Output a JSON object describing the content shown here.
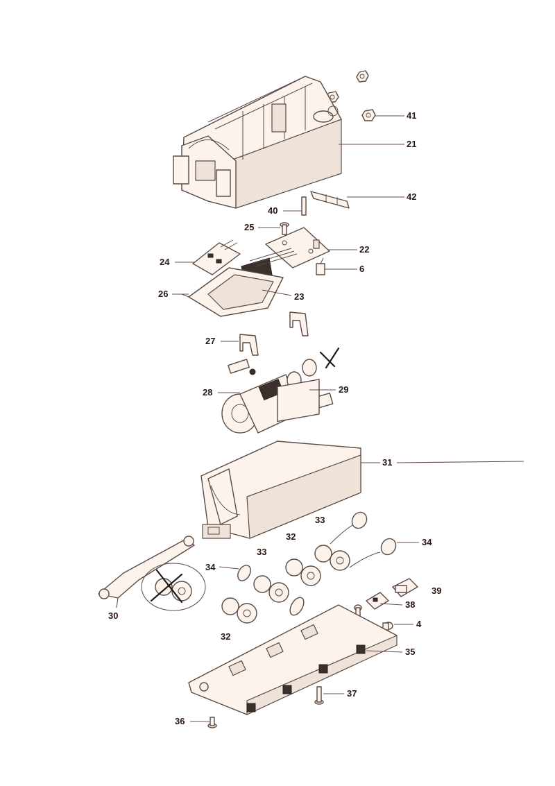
{
  "parts": [
    {
      "id": "p41",
      "label": "41"
    },
    {
      "id": "p21",
      "label": "21"
    },
    {
      "id": "p42",
      "label": "42"
    },
    {
      "id": "p40",
      "label": "40"
    },
    {
      "id": "p25",
      "label": "25"
    },
    {
      "id": "p22",
      "label": "22"
    },
    {
      "id": "p24",
      "label": "24"
    },
    {
      "id": "p6",
      "label": "6"
    },
    {
      "id": "p26",
      "label": "26"
    },
    {
      "id": "p23",
      "label": "23"
    },
    {
      "id": "p27",
      "label": "27"
    },
    {
      "id": "p28",
      "label": "28"
    },
    {
      "id": "p29",
      "label": "29"
    },
    {
      "id": "p31",
      "label": "31"
    },
    {
      "id": "p33a",
      "label": "33"
    },
    {
      "id": "p32a",
      "label": "32"
    },
    {
      "id": "p34a",
      "label": "34"
    },
    {
      "id": "p34b",
      "label": "34"
    },
    {
      "id": "p33b",
      "label": "33"
    },
    {
      "id": "p39",
      "label": "39"
    },
    {
      "id": "p38",
      "label": "38"
    },
    {
      "id": "p30",
      "label": "30"
    },
    {
      "id": "p32b",
      "label": "32"
    },
    {
      "id": "p4",
      "label": "4"
    },
    {
      "id": "p35",
      "label": "35"
    },
    {
      "id": "p37",
      "label": "37"
    },
    {
      "id": "p36",
      "label": "36"
    }
  ],
  "colors": {
    "line": "#5a4a44",
    "fill": "#fbf3ec",
    "label": "#2a1612"
  }
}
